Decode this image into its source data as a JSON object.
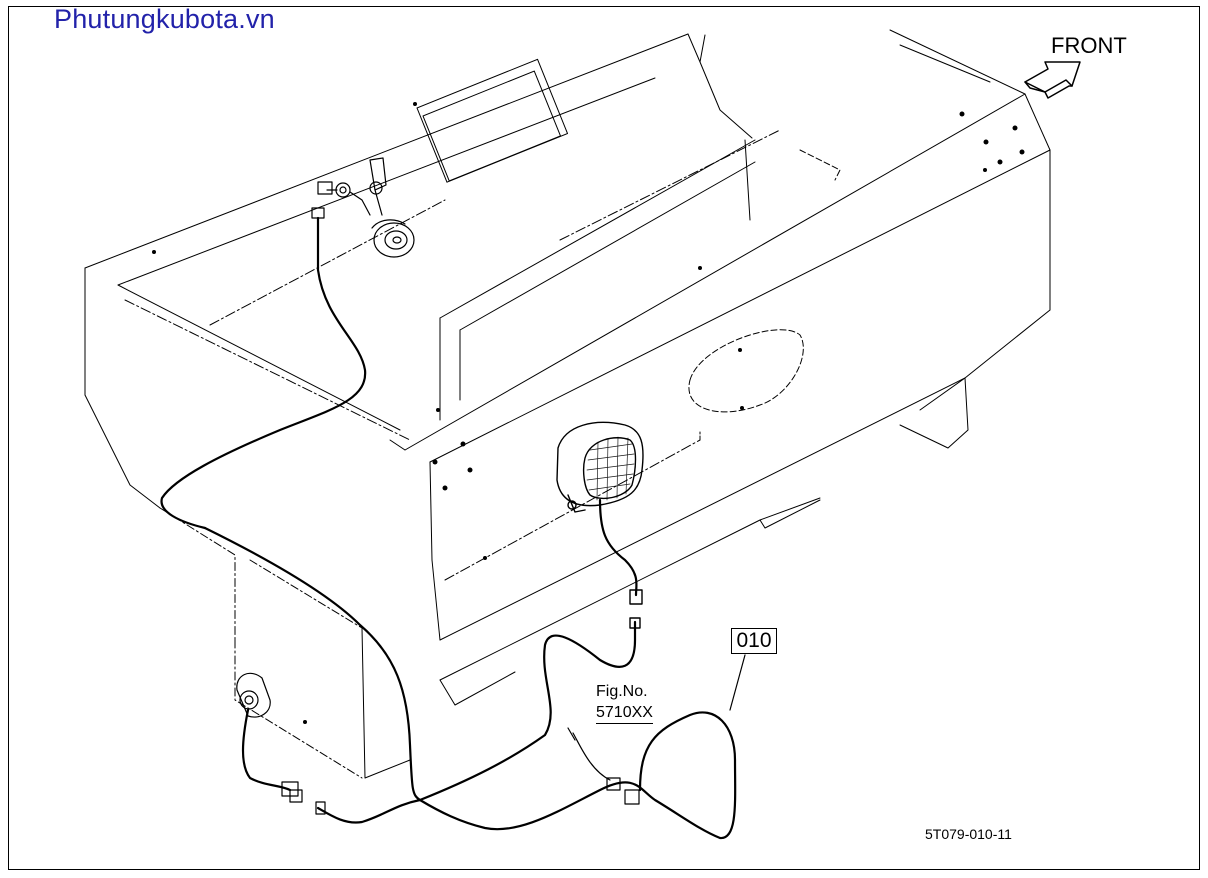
{
  "watermark": "Phutungkubota.vn",
  "direction_label": "FRONT",
  "part_number": "010",
  "figure_ref": {
    "line1": "Fig.No.",
    "line2": "5710XX"
  },
  "drawing_code": "5T079-010-11",
  "colors": {
    "watermark": "#2222aa",
    "line": "#000000",
    "background": "#ffffff"
  },
  "icons": {
    "direction": "front-arrow-icon",
    "horn": "horn-icon",
    "work_light": "work-light-icon",
    "switch": "switch-icon",
    "connectors": "connector-icon"
  }
}
